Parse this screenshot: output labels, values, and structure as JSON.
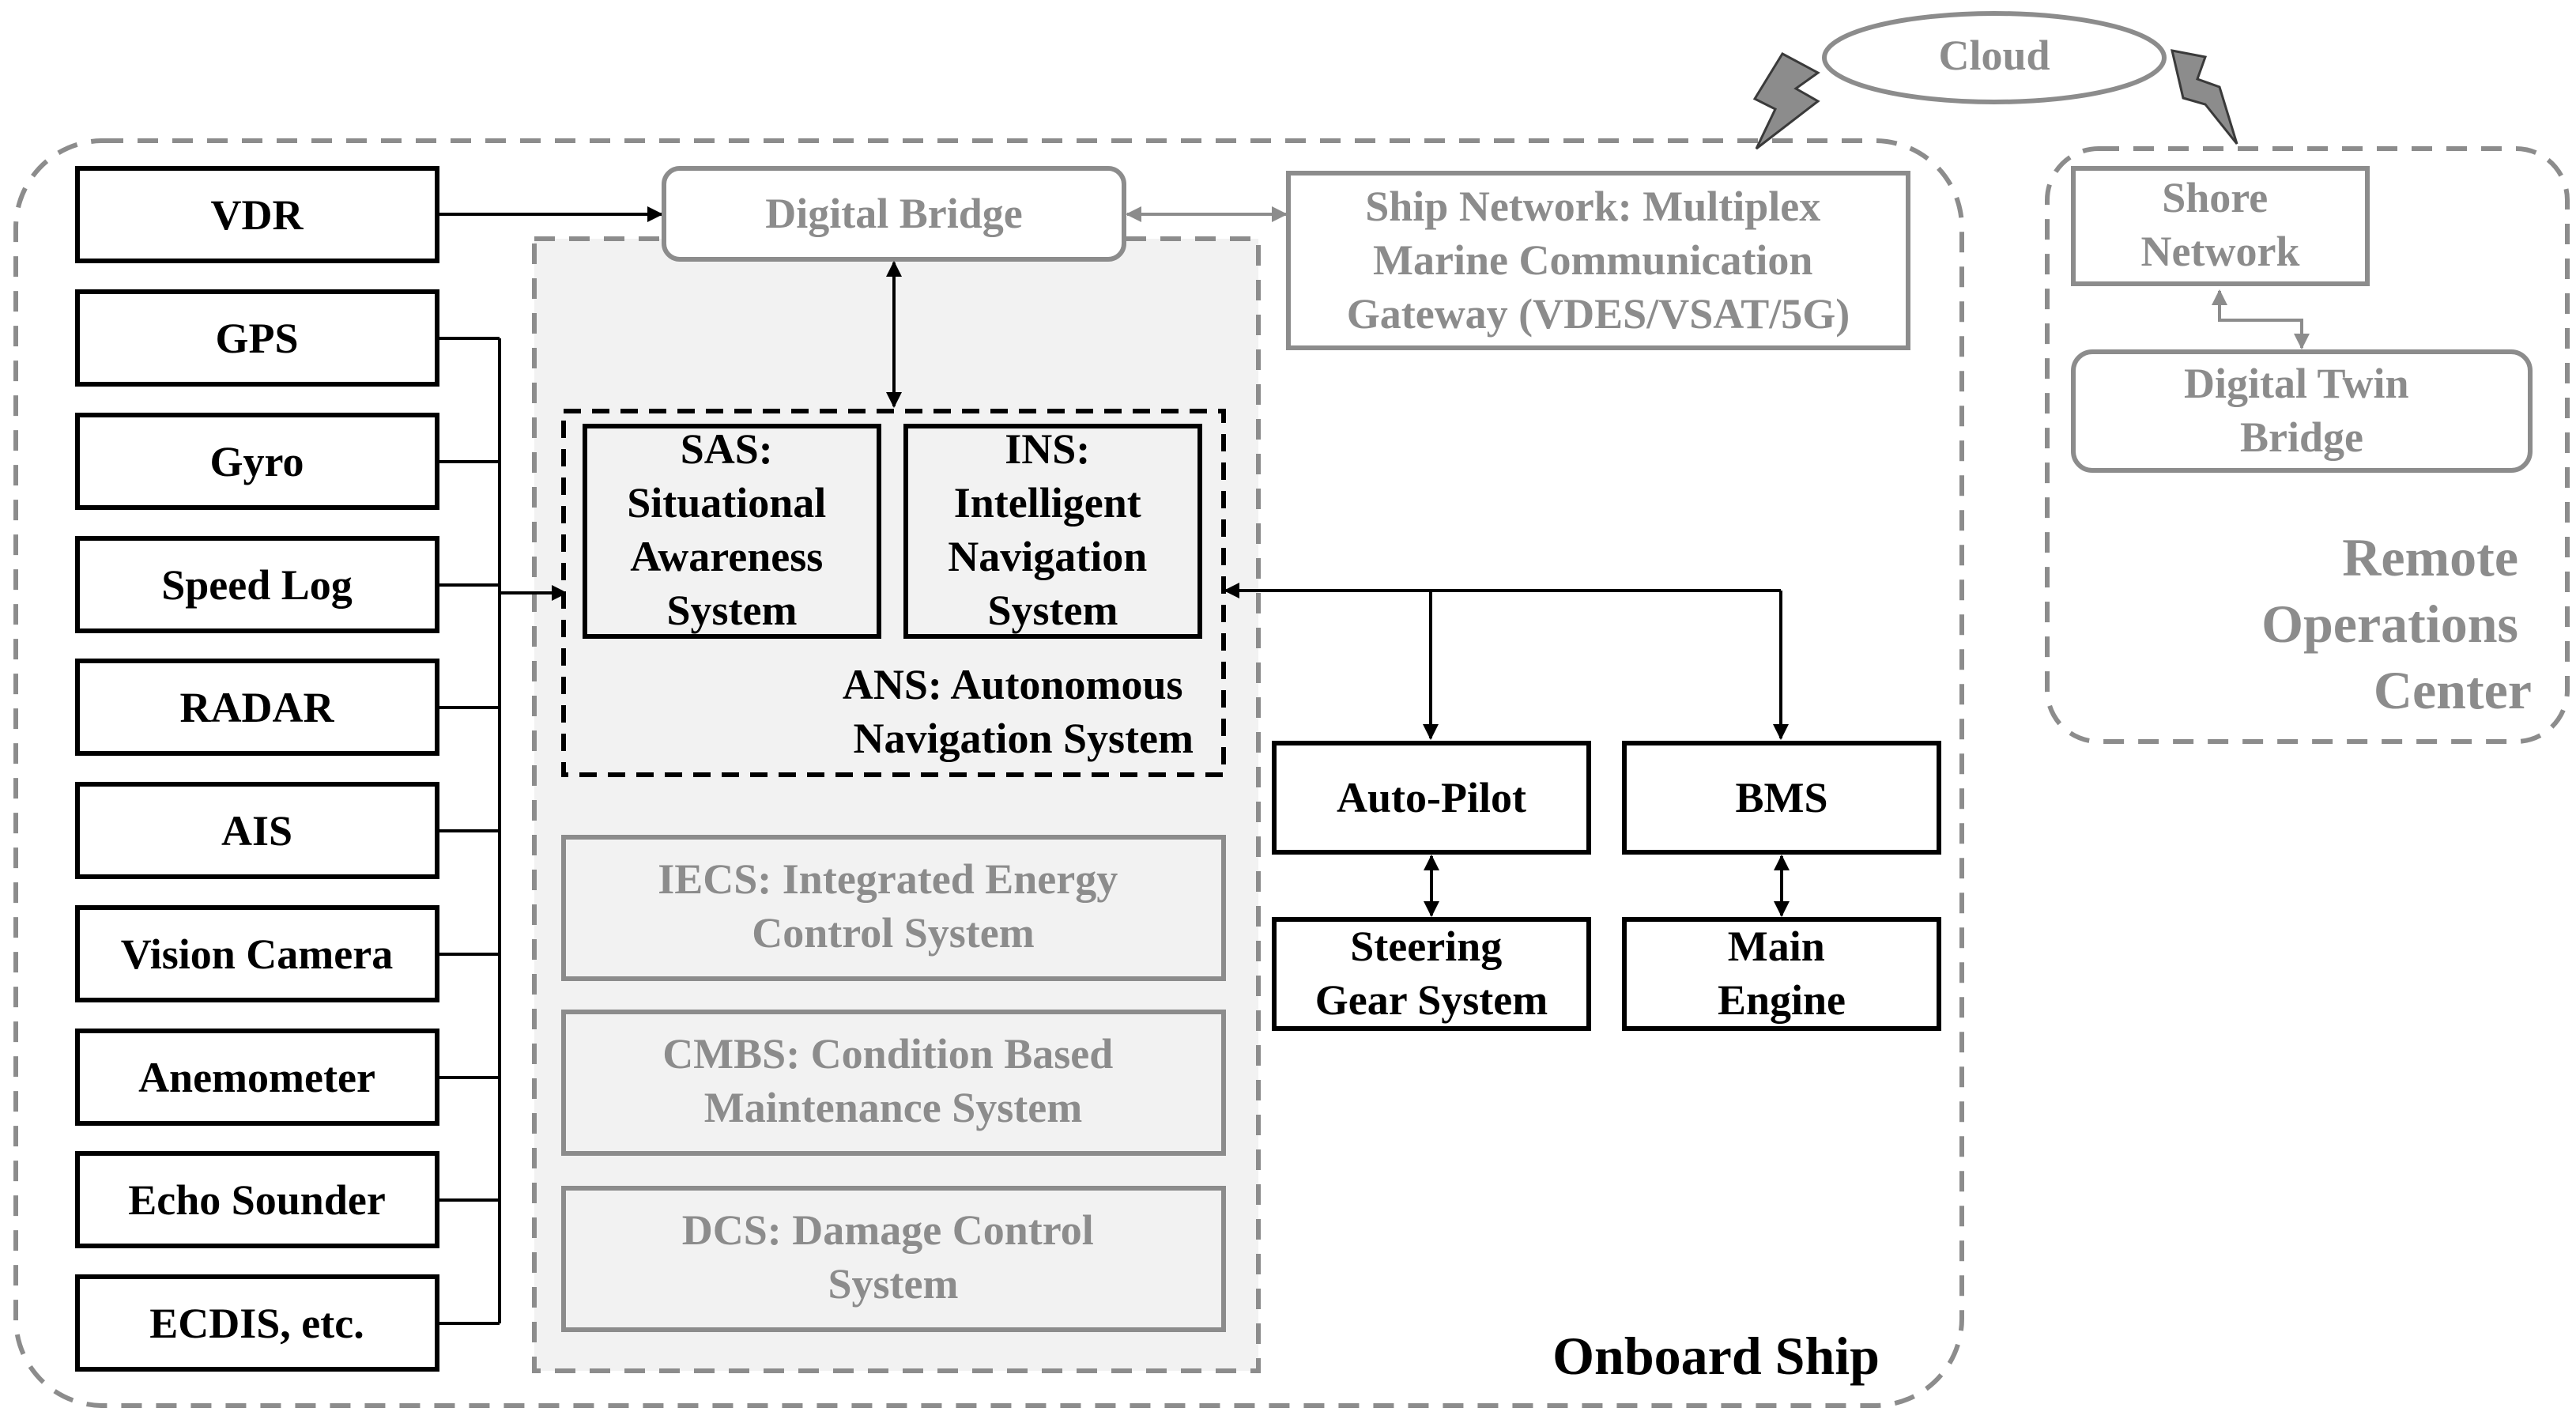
{
  "sensors": [
    {
      "id": "vdr",
      "label": "VDR"
    },
    {
      "id": "gps",
      "label": "GPS"
    },
    {
      "id": "gyro",
      "label": "Gyro"
    },
    {
      "id": "speed-log",
      "label": "Speed Log"
    },
    {
      "id": "radar",
      "label": "RADAR"
    },
    {
      "id": "ais",
      "label": "AIS"
    },
    {
      "id": "vision-camera",
      "label": "Vision Camera"
    },
    {
      "id": "anemometer",
      "label": "Anemometer"
    },
    {
      "id": "echo-sounder",
      "label": "Echo Sounder"
    },
    {
      "id": "ecdis",
      "label": "ECDIS, etc."
    }
  ],
  "cloud": {
    "label": "Cloud"
  },
  "digital_bridge": {
    "label": "Digital Bridge"
  },
  "ship_network": {
    "lines": [
      "Ship Network: Multiplex",
      "Marine Communication",
      "Gateway (VDES/VSAT/5G)"
    ]
  },
  "sas": {
    "lines": [
      "SAS:",
      "Situational",
      "Awareness",
      "System"
    ]
  },
  "ins": {
    "lines": [
      "INS:",
      "Intelligent",
      "Navigation",
      "System"
    ]
  },
  "ans": {
    "lines": [
      "ANS: Autonomous",
      "Navigation System"
    ]
  },
  "iecs": {
    "lines": [
      "IECS: Integrated Energy",
      "Control System"
    ]
  },
  "cmbs": {
    "lines": [
      "CMBS: Condition Based",
      "Maintenance System"
    ]
  },
  "dcs": {
    "lines": [
      "DCS: Damage Control",
      "System"
    ]
  },
  "autopilot": {
    "label": "Auto-Pilot"
  },
  "bms": {
    "label": "BMS"
  },
  "steering": {
    "lines": [
      "Steering",
      "Gear System"
    ]
  },
  "main_engine": {
    "lines": [
      "Main",
      "Engine"
    ]
  },
  "onboard_ship": {
    "label": "Onboard Ship"
  },
  "shore_network": {
    "lines": [
      "Shore",
      "Network"
    ]
  },
  "digital_twin": {
    "lines": [
      "Digital Twin",
      "Bridge"
    ]
  },
  "remote_ops": {
    "lines": [
      "Remote",
      "Operations",
      "Center"
    ]
  }
}
